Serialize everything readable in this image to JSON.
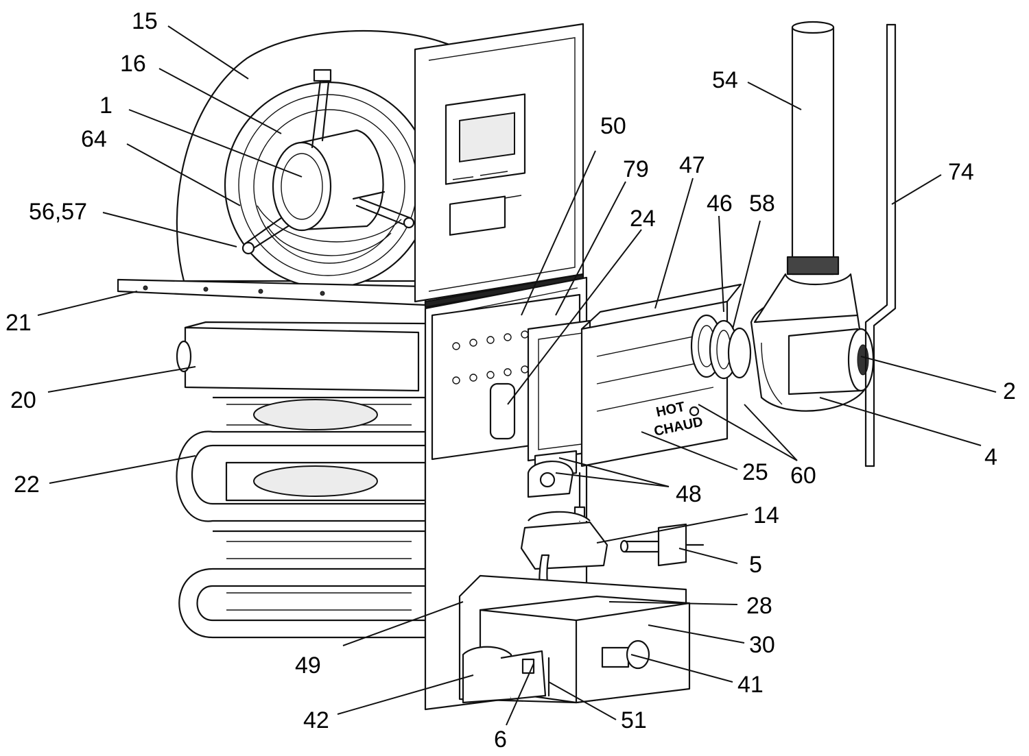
{
  "callouts": [
    {
      "id": "c15",
      "label": "15"
    },
    {
      "id": "c16",
      "label": "16"
    },
    {
      "id": "c1",
      "label": "1"
    },
    {
      "id": "c64",
      "label": "64"
    },
    {
      "id": "c5657",
      "label": "56,57"
    },
    {
      "id": "c21",
      "label": "21"
    },
    {
      "id": "c20",
      "label": "20"
    },
    {
      "id": "c22",
      "label": "22"
    },
    {
      "id": "c50",
      "label": "50"
    },
    {
      "id": "c79",
      "label": "79"
    },
    {
      "id": "c24",
      "label": "24"
    },
    {
      "id": "c47",
      "label": "47"
    },
    {
      "id": "c46",
      "label": "46"
    },
    {
      "id": "c58",
      "label": "58"
    },
    {
      "id": "c54",
      "label": "54"
    },
    {
      "id": "c74",
      "label": "74"
    },
    {
      "id": "c2",
      "label": "2"
    },
    {
      "id": "c4",
      "label": "4"
    },
    {
      "id": "c60",
      "label": "60"
    },
    {
      "id": "c25",
      "label": "25"
    },
    {
      "id": "c48",
      "label": "48"
    },
    {
      "id": "c14",
      "label": "14"
    },
    {
      "id": "c5",
      "label": "5"
    },
    {
      "id": "c28",
      "label": "28"
    },
    {
      "id": "c30",
      "label": "30"
    },
    {
      "id": "c41",
      "label": "41"
    },
    {
      "id": "c49",
      "label": "49"
    },
    {
      "id": "c42",
      "label": "42"
    },
    {
      "id": "c6",
      "label": "6"
    },
    {
      "id": "c51",
      "label": "51"
    }
  ],
  "stickers": {
    "hot_line1": "HOT",
    "hot_line2": "CHAUD"
  }
}
